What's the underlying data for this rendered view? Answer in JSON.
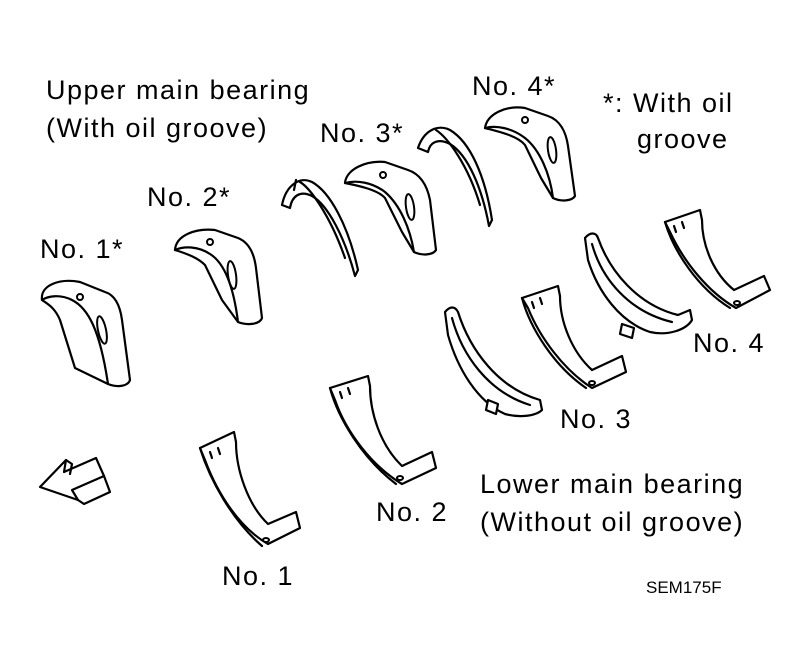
{
  "upper_title": [
    "Upper main bearing",
    "(With oil groove)"
  ],
  "note": [
    "*: With oil",
    "groove"
  ],
  "upper_labels": [
    "No. 1*",
    "No. 2*",
    "No. 3*",
    "No. 4*"
  ],
  "lower_labels": [
    "No. 1",
    "No. 2",
    "No. 3",
    "No. 4"
  ],
  "lower_title": [
    "Lower main bearing",
    "(Without oil groove)"
  ],
  "code": "SEM175F",
  "front_arrow_icon": "arrow-left-icon"
}
